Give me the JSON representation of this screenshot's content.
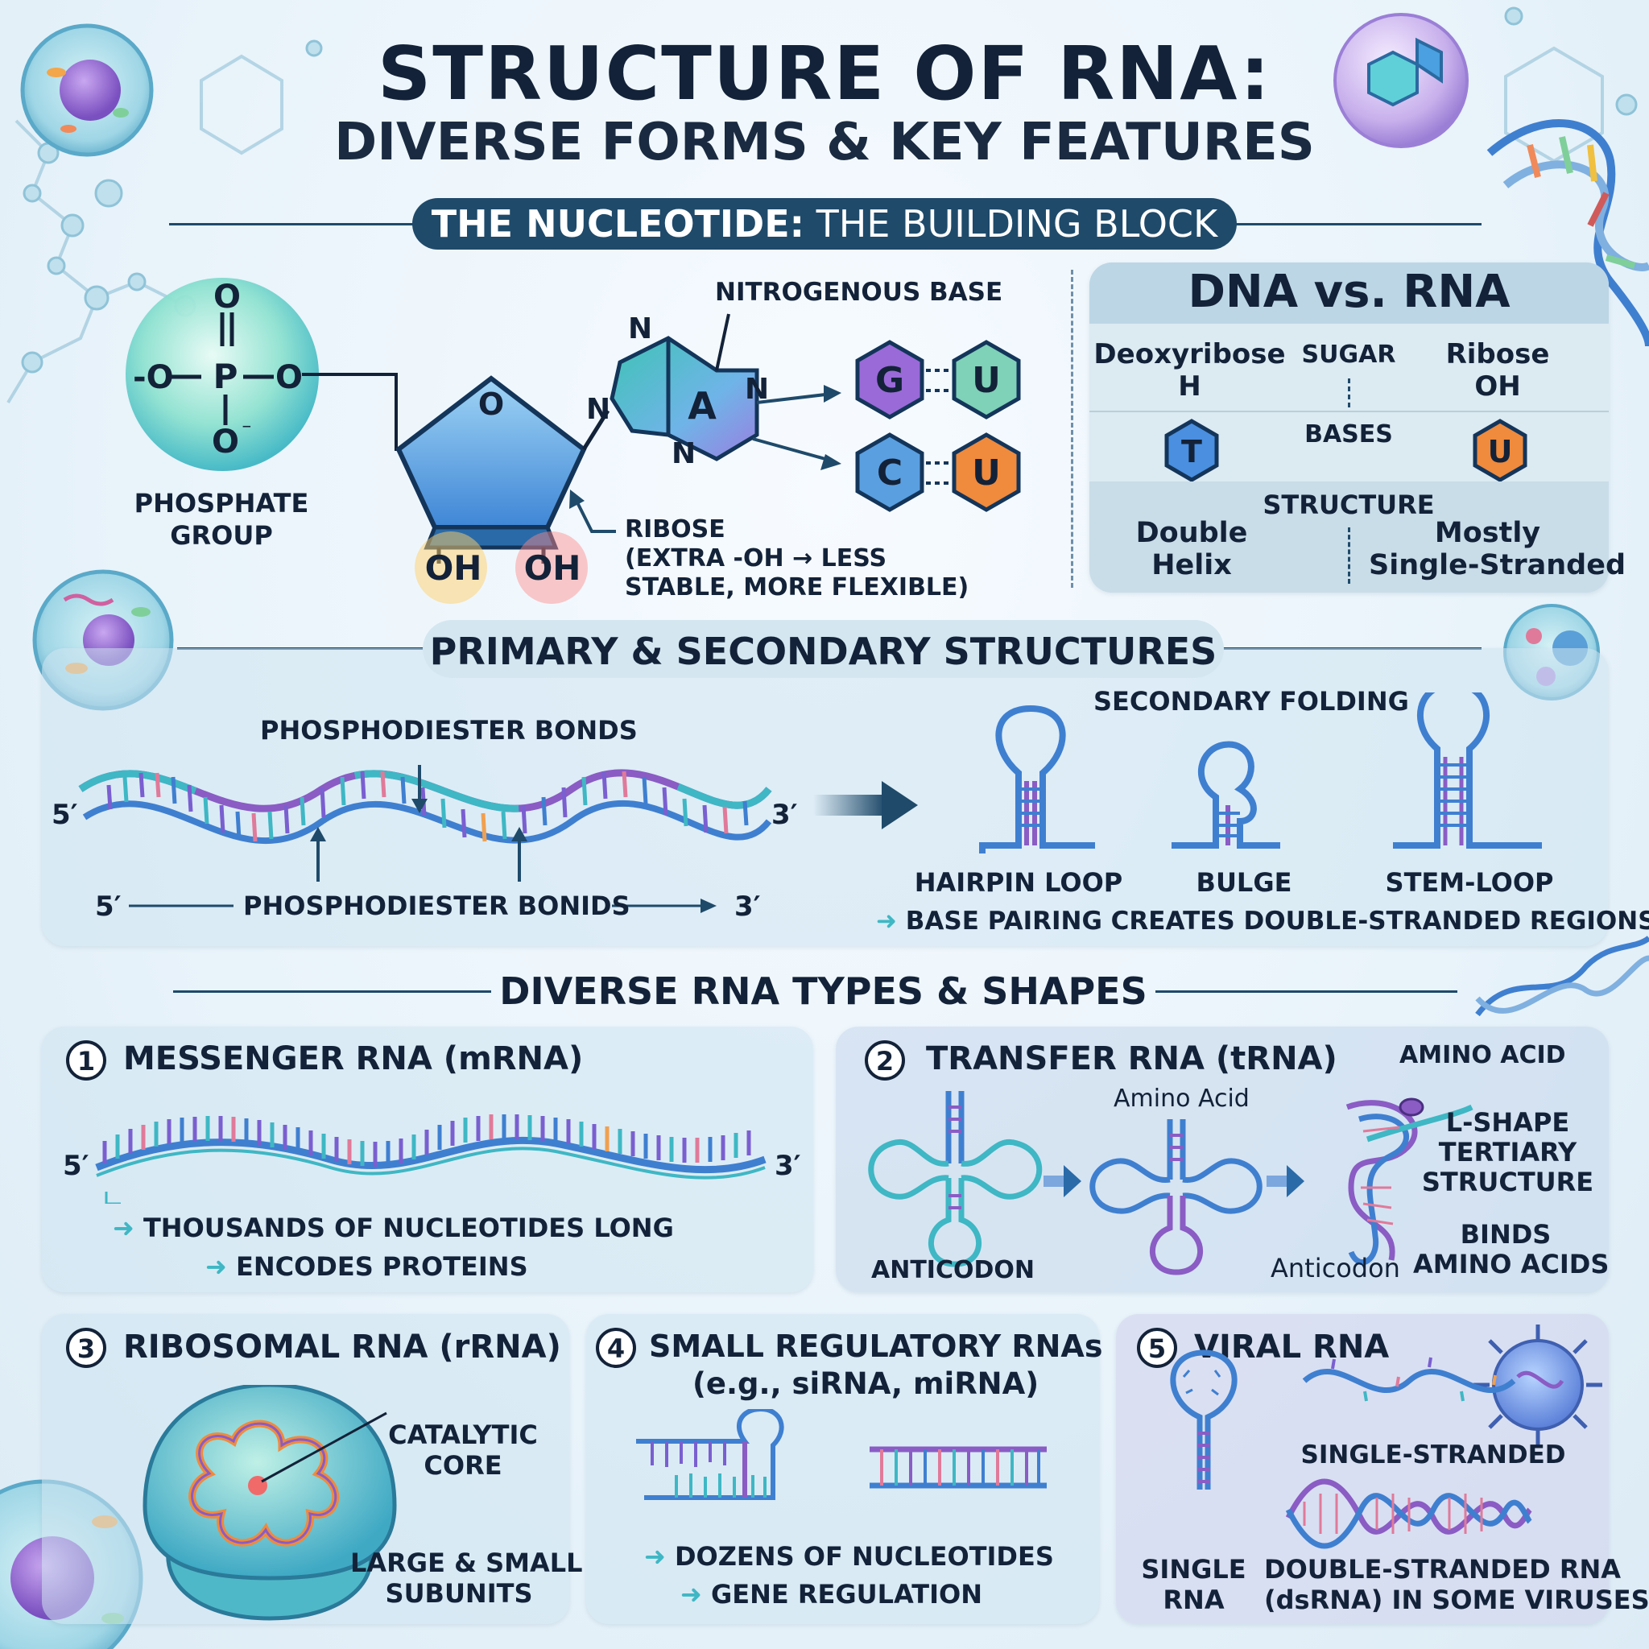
{
  "title": {
    "line1": "STRUCTURE OF RNA:",
    "line2": "DIVERSE FORMS & KEY FEATURES"
  },
  "nucleotide": {
    "banner_bold": "THE NUCLEOTIDE:",
    "banner_rest": " THE BUILDING BLOCK",
    "phosphate_label": [
      "PHOSPHATE",
      "GROUP"
    ],
    "phosphate_atoms": {
      "o": "O",
      "p": "P",
      "o_minus": "-O",
      "o_minus_right": "O",
      "o_bottom": "O"
    },
    "ring_o": "O",
    "oh_left": "OH",
    "oh_right": "OH",
    "base_label": "NITROGENOUS BASE",
    "base_letter": "A",
    "base_n": "N",
    "ribose_label": [
      "RIBOSE",
      "(EXTRA -OH → LESS",
      "STABLE, MORE FLEXIBLE)"
    ],
    "pairs": [
      {
        "left": "G",
        "right": "U"
      },
      {
        "left": "C",
        "right": "U"
      }
    ]
  },
  "dna_vs_rna": {
    "title": "DNA vs. RNA",
    "sugar_header": "SUGAR",
    "dna_sugar": [
      "Deoxyribose",
      "H"
    ],
    "rna_sugar": [
      "Ribose",
      "OH"
    ],
    "bases_header": "BASES",
    "dna_base": "T",
    "rna_base": "U",
    "structure_header": "STRUCTURE",
    "dna_structure": [
      "Double",
      "Helix"
    ],
    "rna_structure": [
      "Mostly",
      "Single-Stranded"
    ]
  },
  "primary_secondary": {
    "banner": "PRIMARY & SECONDARY STRUCTURES",
    "bonds_top": "PHOSPHODIESTER BONDS",
    "bonds_bottom": "PHOSPHODIESTER BONIDS",
    "five_prime": "5′",
    "three_prime": "3′",
    "secondary_title": "SECONDARY FOLDING",
    "shapes": [
      "HAIRPIN LOOP",
      "BULGE",
      "STEM-LOOP"
    ],
    "note": "BASE PAIRING CREATES DOUBLE-STRANDED REGIONS"
  },
  "types": {
    "banner": "DIVERSE RNA TYPES & SHAPES",
    "mrna": {
      "num": "1",
      "title": "MESSENGER RNA (mRNA)",
      "five": "5′",
      "three": "3′",
      "notes": [
        "THOUSANDS OF NUCLEOTIDES LONG",
        "ENCODES PROTEINS"
      ]
    },
    "trna": {
      "num": "2",
      "title": "TRANSFER RNA (tRNA)",
      "amino_acid_upper": "AMINO ACID",
      "amino_acid": "Amino Acid",
      "anticodon_upper": "ANTICODON",
      "anticodon": "Anticodon",
      "lshape": [
        "L-SHAPE",
        "TERTIARY",
        "STRUCTURE"
      ],
      "binds": [
        "BINDS",
        "AMINO ACIDS"
      ]
    },
    "rrna": {
      "num": "3",
      "title": "RIBOSOMAL RNA (rRNA)",
      "core": [
        "CATALYTIC",
        "CORE"
      ],
      "subunits": [
        "LARGE & SMALL",
        "SUBUNITS"
      ]
    },
    "small": {
      "num": "4",
      "title": "SMALL REGULATORY RNAs",
      "subtitle": "(e.g., siRNA, miRNA)",
      "notes": [
        "DOZENS OF NUCLEOTIDES",
        "GENE REGULATION"
      ]
    },
    "viral": {
      "num": "5",
      "title": "VIRAL RNA",
      "single": [
        "SINGLE",
        "RNA"
      ],
      "ss": "SINGLE-STRANDED",
      "ds": [
        "DOUBLE-STRANDED RNA",
        "(dsRNA) IN SOME VIRUSES"
      ]
    }
  },
  "colors": {
    "navy": "#132238",
    "banner": "#1f4a6a",
    "teal": "#3fb7c4",
    "purple": "#8a5cc4",
    "blue": "#3f7fd0",
    "orange": "#f08a3c",
    "green": "#6bc8a8"
  }
}
